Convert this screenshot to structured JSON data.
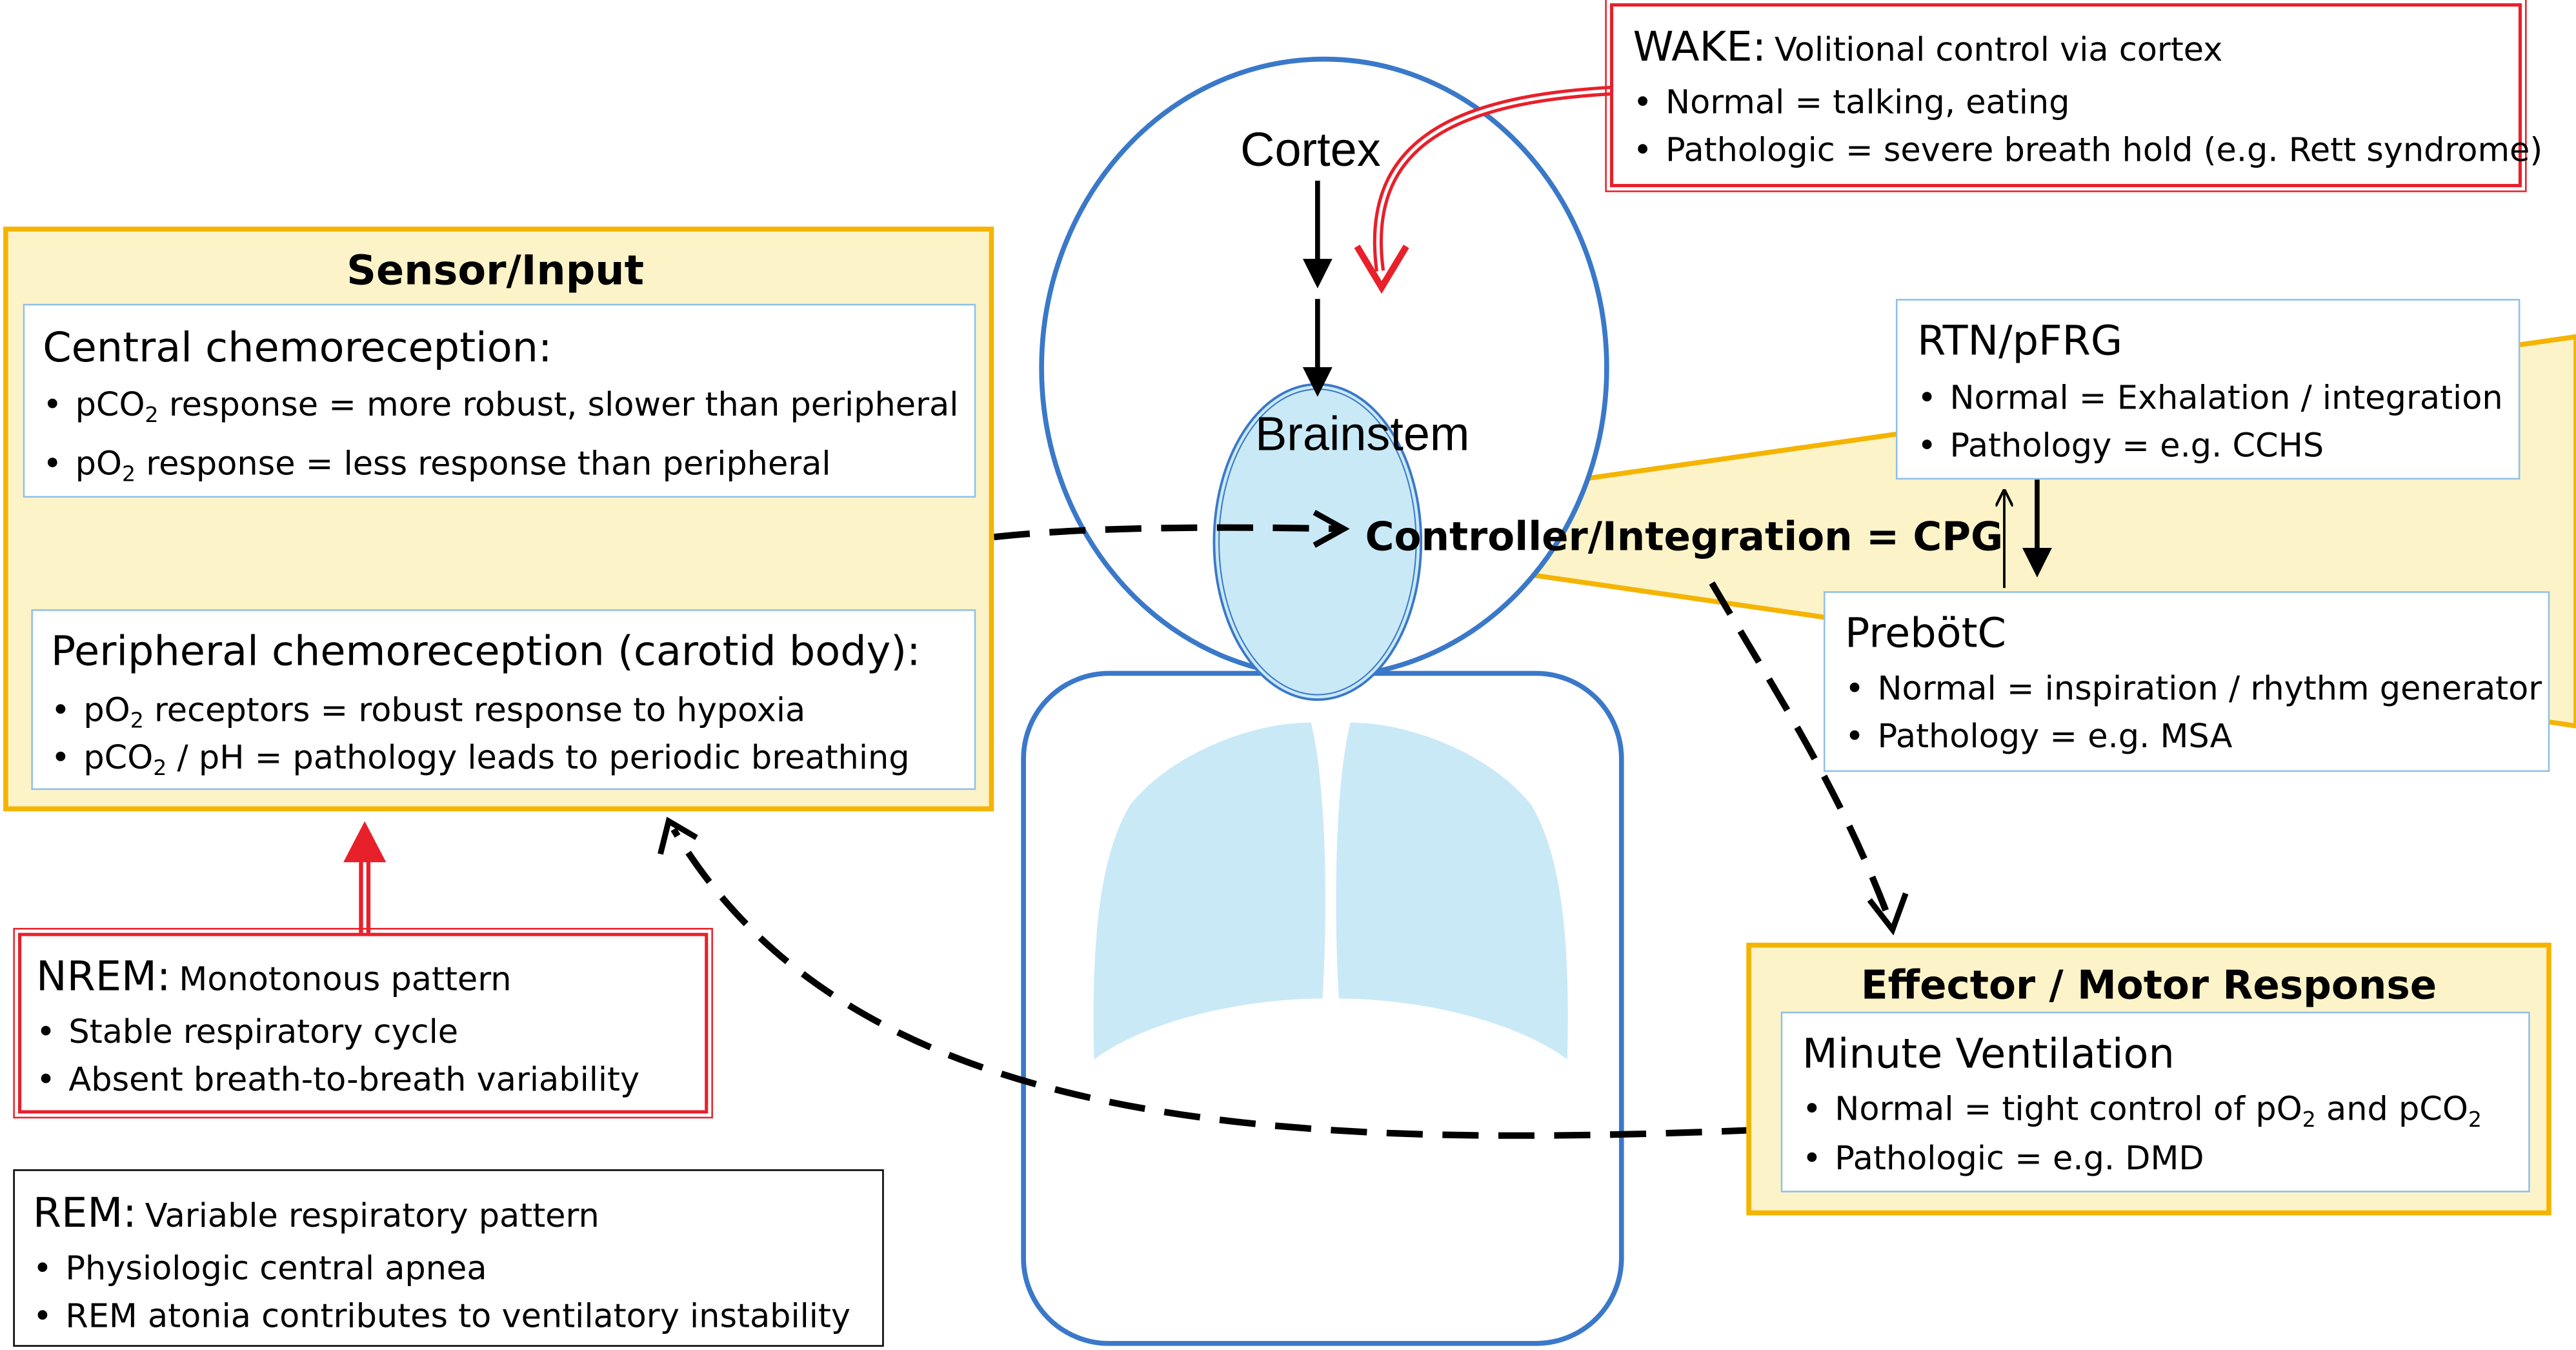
{
  "sensor": {
    "title": "Sensor/Input",
    "central": {
      "heading": "Central chemoreception:",
      "items": [
        {
          "pre": "pCO",
          "sub": "2",
          "post": " response = more robust, slower than peripheral"
        },
        {
          "pre": "pO",
          "sub": "2",
          "post": " response = less response than peripheral"
        }
      ]
    },
    "peripheral": {
      "heading": "Peripheral chemoreception (carotid body):",
      "items": [
        {
          "pre": "pO",
          "sub": "2",
          "post": " receptors = robust response to hypoxia"
        },
        {
          "pre": "pCO",
          "sub": "2",
          "post": " / pH = pathology leads to periodic breathing"
        }
      ]
    }
  },
  "wake": {
    "label": "WAKE:",
    "desc": "Volitional control via cortex",
    "items": [
      "Normal = talking, eating",
      "Pathologic = severe breath hold (e.g. Rett syndrome)"
    ]
  },
  "nrem": {
    "label": "NREM:",
    "desc": "Monotonous pattern",
    "items": [
      "Stable respiratory cycle",
      "Absent breath-to-breath variability"
    ]
  },
  "rem": {
    "label": "REM:",
    "desc": "Variable respiratory pattern",
    "items": [
      "Physiologic central apnea",
      "REM atonia contributes to ventilatory instability"
    ]
  },
  "head": {
    "cortex": "Cortex",
    "brainstem": "Brainstem"
  },
  "controller": {
    "label": "Controller/Integration = CPG"
  },
  "rtn": {
    "title": "RTN/pFRG",
    "items": [
      "Normal = Exhalation / integration",
      "Pathology = e.g. CCHS"
    ]
  },
  "prebotc": {
    "title": "PrebötC",
    "items": [
      "Normal = inspiration / rhythm generator",
      "Pathology = e.g. MSA"
    ]
  },
  "effector": {
    "title": "Effector / Motor Response",
    "sub_title": "Minute Ventilation",
    "item1": {
      "pre": "Normal = tight control of pO",
      "sub1": "2",
      "mid": " and pCO",
      "sub2": "2"
    },
    "item2": "Pathologic = e.g. DMD"
  },
  "colors": {
    "yellow_fill": "#fdf3c8",
    "yellow_border": "#f4b400",
    "blue": "#3a78c9",
    "light_blue": "#c9e9f7",
    "red": "#e8202a",
    "box_blue_border": "#8fc0e8"
  }
}
